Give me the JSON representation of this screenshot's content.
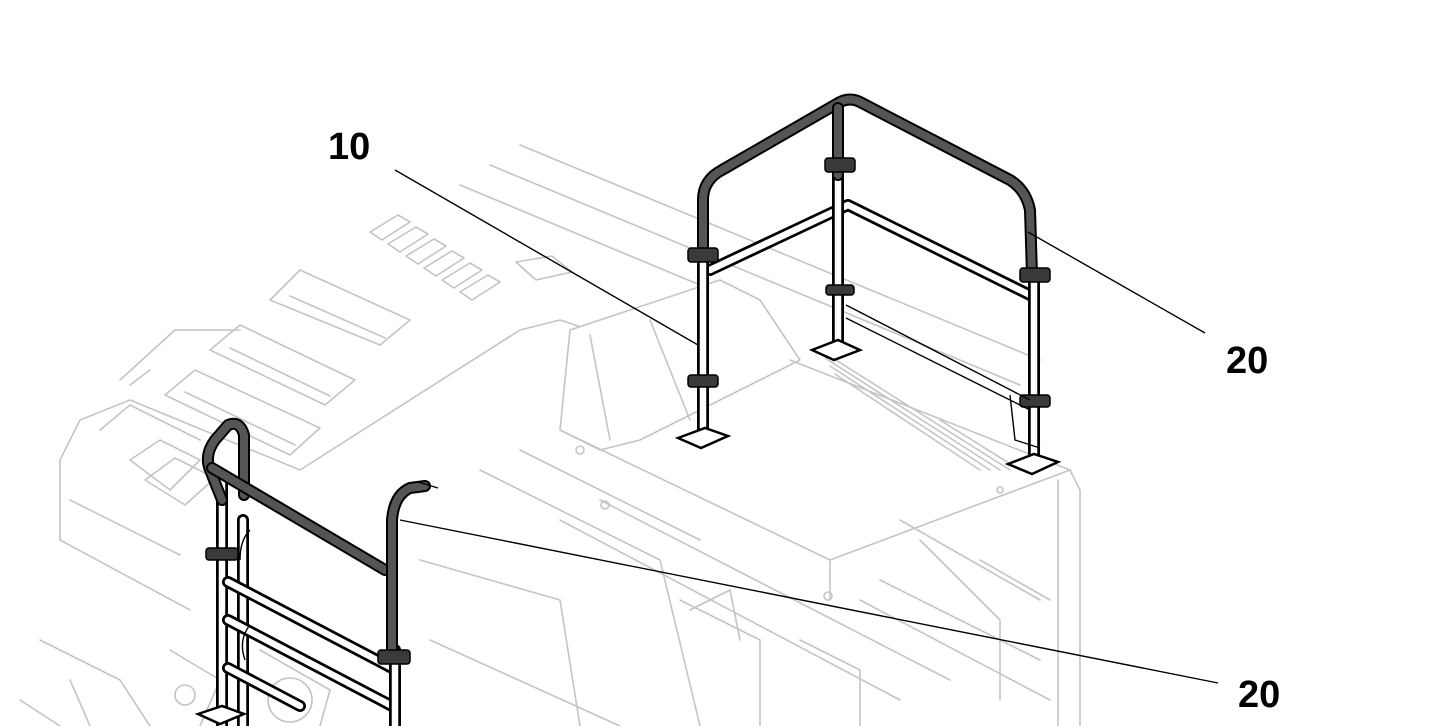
{
  "callouts": [
    {
      "id": "callout-10",
      "text": "10"
    },
    {
      "id": "callout-20-upper",
      "text": "20"
    },
    {
      "id": "callout-20-lower",
      "text": "20"
    }
  ],
  "colors": {
    "line_art": "#000000",
    "ghost_geometry": "#c4c4c4",
    "handrail_fill": "#555555",
    "background": "#ffffff"
  }
}
